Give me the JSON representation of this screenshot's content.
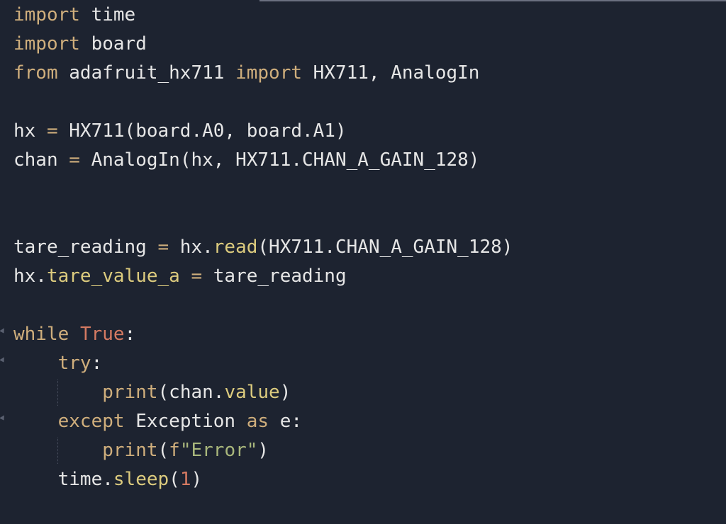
{
  "code_lines": [
    {
      "fold": false,
      "guide": false,
      "tokens": [
        [
          "kw",
          "import"
        ],
        [
          "tx",
          " time"
        ]
      ]
    },
    {
      "fold": false,
      "guide": false,
      "tokens": [
        [
          "kw",
          "import"
        ],
        [
          "tx",
          " board"
        ]
      ]
    },
    {
      "fold": false,
      "guide": false,
      "tokens": [
        [
          "kw",
          "from"
        ],
        [
          "tx",
          " adafruit_hx711 "
        ],
        [
          "kw",
          "import"
        ],
        [
          "tx",
          " HX711, AnalogIn"
        ]
      ]
    },
    {
      "fold": false,
      "guide": false,
      "tokens": []
    },
    {
      "fold": false,
      "guide": false,
      "tokens": [
        [
          "tx",
          "hx "
        ],
        [
          "op",
          "="
        ],
        [
          "tx",
          " HX711(board.A0, board.A1)"
        ]
      ]
    },
    {
      "fold": false,
      "guide": false,
      "tokens": [
        [
          "tx",
          "chan "
        ],
        [
          "op",
          "="
        ],
        [
          "tx",
          " AnalogIn(hx, HX711.CHAN_A_GAIN_128)"
        ]
      ]
    },
    {
      "fold": false,
      "guide": false,
      "tokens": []
    },
    {
      "fold": false,
      "guide": false,
      "tokens": []
    },
    {
      "fold": false,
      "guide": false,
      "tokens": [
        [
          "tx",
          "tare_reading "
        ],
        [
          "op",
          "="
        ],
        [
          "tx",
          " hx."
        ],
        [
          "fn",
          "read"
        ],
        [
          "tx",
          "(HX711.CHAN_A_GAIN_128)"
        ]
      ]
    },
    {
      "fold": false,
      "guide": false,
      "tokens": [
        [
          "tx",
          "hx."
        ],
        [
          "fn",
          "tare_value_a"
        ],
        [
          "tx",
          " "
        ],
        [
          "op",
          "="
        ],
        [
          "tx",
          " tare_reading"
        ]
      ]
    },
    {
      "fold": false,
      "guide": false,
      "tokens": []
    },
    {
      "fold": true,
      "guide": false,
      "tokens": [
        [
          "kw",
          "while"
        ],
        [
          "tx",
          " "
        ],
        [
          "const",
          "True"
        ],
        [
          "tx",
          ":"
        ]
      ]
    },
    {
      "fold": true,
      "guide": false,
      "tokens": [
        [
          "tx",
          "    "
        ],
        [
          "kw",
          "try"
        ],
        [
          "tx",
          ":"
        ]
      ]
    },
    {
      "fold": false,
      "guide": true,
      "tokens": [
        [
          "tx",
          "        "
        ],
        [
          "kw",
          "print"
        ],
        [
          "tx",
          "(chan."
        ],
        [
          "fn",
          "value"
        ],
        [
          "tx",
          ")"
        ]
      ]
    },
    {
      "fold": true,
      "guide": false,
      "tokens": [
        [
          "tx",
          "    "
        ],
        [
          "kw",
          "except"
        ],
        [
          "tx",
          " Exception "
        ],
        [
          "kw",
          "as"
        ],
        [
          "tx",
          " e:"
        ]
      ]
    },
    {
      "fold": false,
      "guide": true,
      "tokens": [
        [
          "tx",
          "        "
        ],
        [
          "kw",
          "print"
        ],
        [
          "tx",
          "("
        ],
        [
          "kw",
          "f"
        ],
        [
          "str",
          "\"Error\""
        ],
        [
          "tx",
          ")"
        ]
      ]
    },
    {
      "fold": false,
      "guide": false,
      "tokens": [
        [
          "tx",
          "    time."
        ],
        [
          "fn",
          "sleep"
        ],
        [
          "tx",
          "("
        ],
        [
          "const",
          "1"
        ],
        [
          "tx",
          ")"
        ]
      ]
    }
  ],
  "colors": {
    "background": "#1d2330",
    "keyword": "#cfae7c",
    "constant": "#d57a62",
    "method": "#dccb7e",
    "string": "#a9b77c",
    "text": "#e6e6e6"
  }
}
